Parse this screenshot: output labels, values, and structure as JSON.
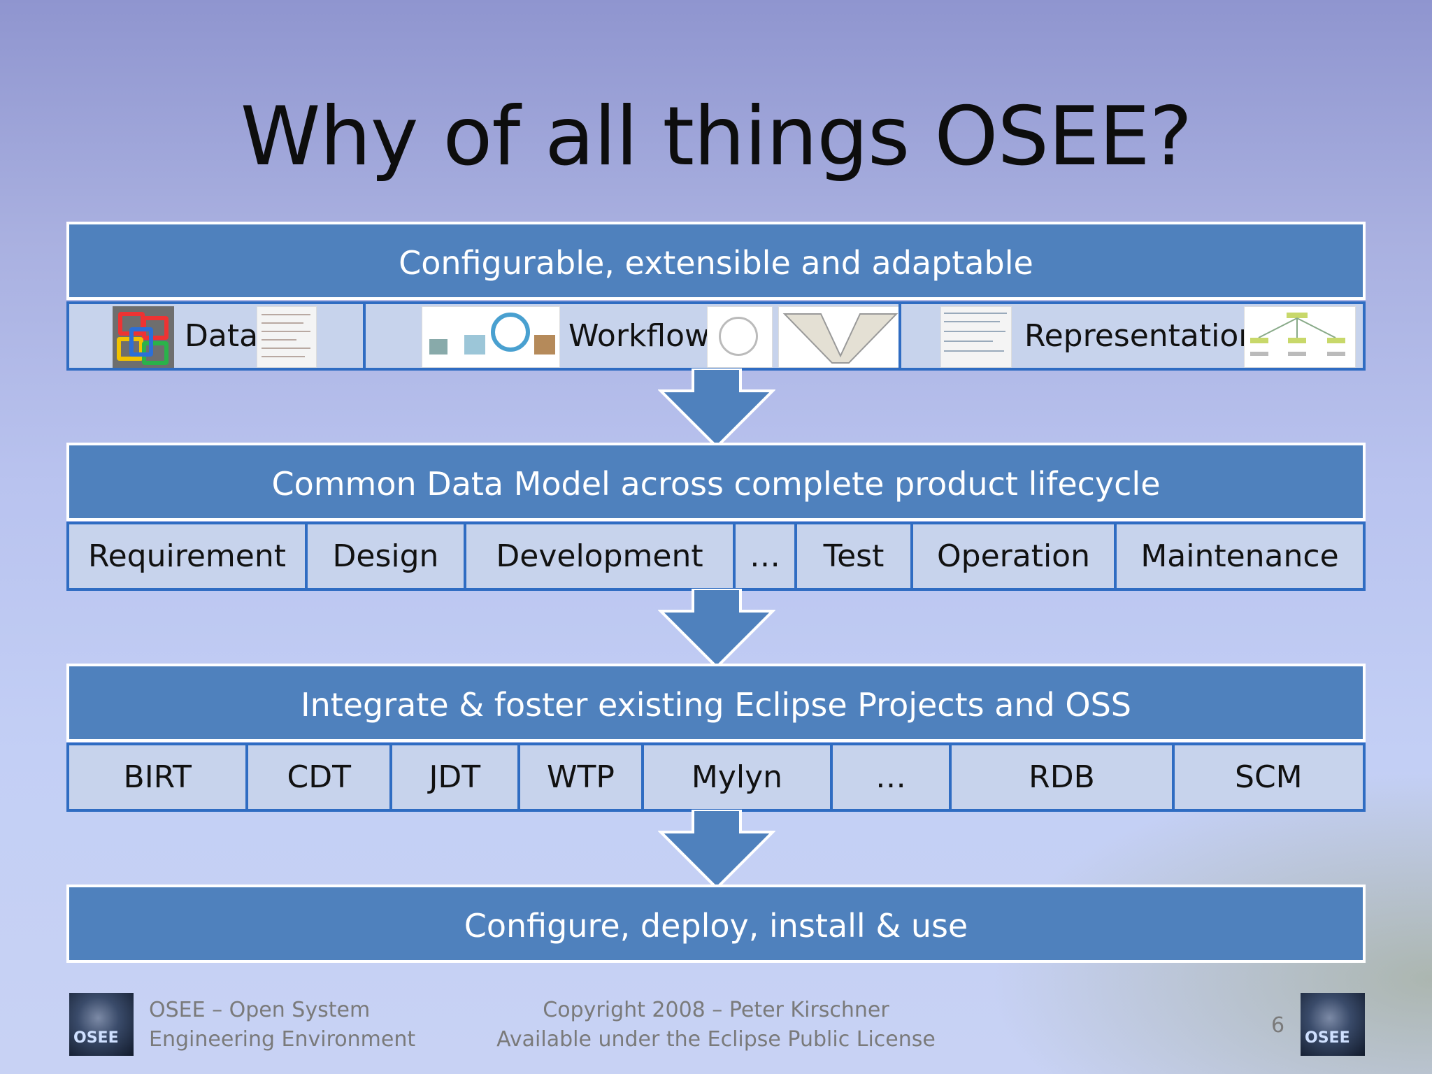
{
  "title": "Why of all things OSEE?",
  "bands": {
    "configurable": "Configurable, extensible and adaptable",
    "common_model": "Common Data Model across complete product lifecycle",
    "integrate": "Integrate & foster existing Eclipse Projects and OSS",
    "configure": "Configure, deploy, install & use"
  },
  "features": [
    "Data",
    "Workflow",
    "Representation"
  ],
  "lifecycle": [
    "Requirement",
    "Design",
    "Development",
    "…",
    "Test",
    "Operation",
    "Maintenance"
  ],
  "projects": [
    "BIRT",
    "CDT",
    "JDT",
    "WTP",
    "Mylyn",
    "…",
    "RDB",
    "SCM"
  ],
  "footer": {
    "left_line1": "OSEE – Open System",
    "left_line2": "Engineering Environment",
    "center_line1": "Copyright 2008 – Peter Kirschner",
    "center_line2": "Available under the Eclipse Public License",
    "page_number": "6",
    "logo_text": "OSEE"
  },
  "colors": {
    "band": "#4f81bd",
    "cell": "#c7d3ec",
    "cell_border": "#2f6cc2"
  }
}
